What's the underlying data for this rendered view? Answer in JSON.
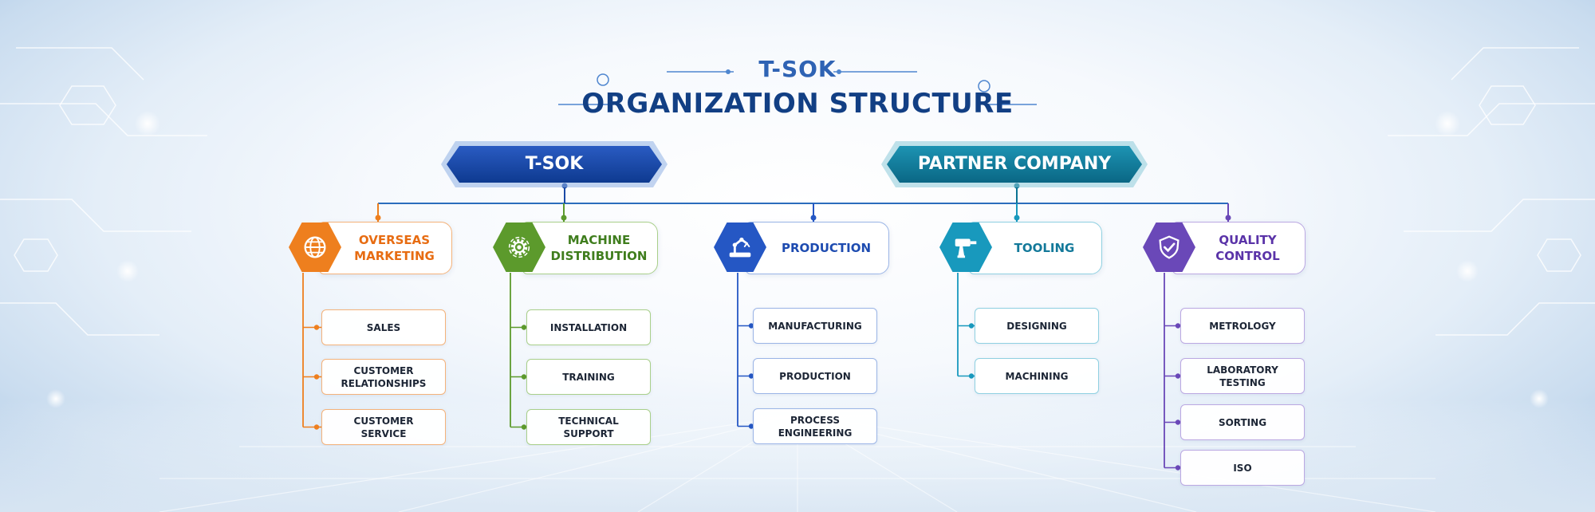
{
  "header": {
    "subtitle": "T-SOK",
    "title": "ORGANIZATION STRUCTURE"
  },
  "top_nodes": [
    {
      "label": "T-SOK",
      "color": "#123f94"
    },
    {
      "label": "PARTNER COMPANY",
      "color": "#0b7393"
    }
  ],
  "departments": [
    {
      "label": "OVERSEAS\nMARKETING",
      "icon": "globe-icon",
      "color": "#ee7f1e",
      "text_color": "#e76c12",
      "border_color": "#f4b27a",
      "parent": "T-SOK",
      "items": [
        "SALES",
        "CUSTOMER\nRELATIONSHIPS",
        "CUSTOMER\nSERVICE"
      ]
    },
    {
      "label": "MACHINE\nDISTRIBUTION",
      "icon": "gear-icon",
      "color": "#5c9a2c",
      "text_color": "#3f7d1d",
      "border_color": "#a9cf8a",
      "parent": "T-SOK",
      "items": [
        "INSTALLATION",
        "TRAINING",
        "TECHNICAL\nSUPPORT"
      ]
    },
    {
      "label": "PRODUCTION",
      "icon": "robot-arm-icon",
      "color": "#2557c4",
      "text_color": "#1d4bb0",
      "border_color": "#9ab4e6",
      "parent": "T-SOK",
      "items": [
        "MANUFACTURING",
        "PRODUCTION",
        "PROCESS\nENGINEERING"
      ]
    },
    {
      "label": "TOOLING",
      "icon": "drill-icon",
      "color": "#1899bd",
      "text_color": "#13799a",
      "border_color": "#8fd0e1",
      "parent": "PARTNER COMPANY",
      "items": [
        "DESIGNING",
        "MACHINING"
      ]
    },
    {
      "label": "QUALITY\nCONTROL",
      "icon": "shield-check-icon",
      "color": "#6a48b8",
      "text_color": "#5a33a8",
      "border_color": "#bba8e2",
      "parent": "PARTNER COMPANY",
      "items": [
        "METROLOGY",
        "LABORATORY\nTESTING",
        "SORTING",
        "ISO"
      ]
    }
  ]
}
